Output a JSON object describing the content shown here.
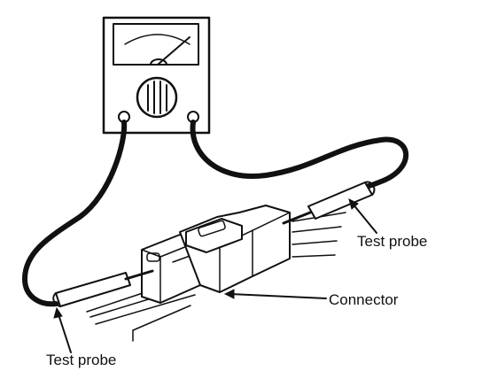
{
  "labels": {
    "probe_right": "Test probe",
    "connector": "Connector",
    "probe_left": "Test probe"
  },
  "colors": {
    "ink": "#111111",
    "background": "#ffffff"
  }
}
